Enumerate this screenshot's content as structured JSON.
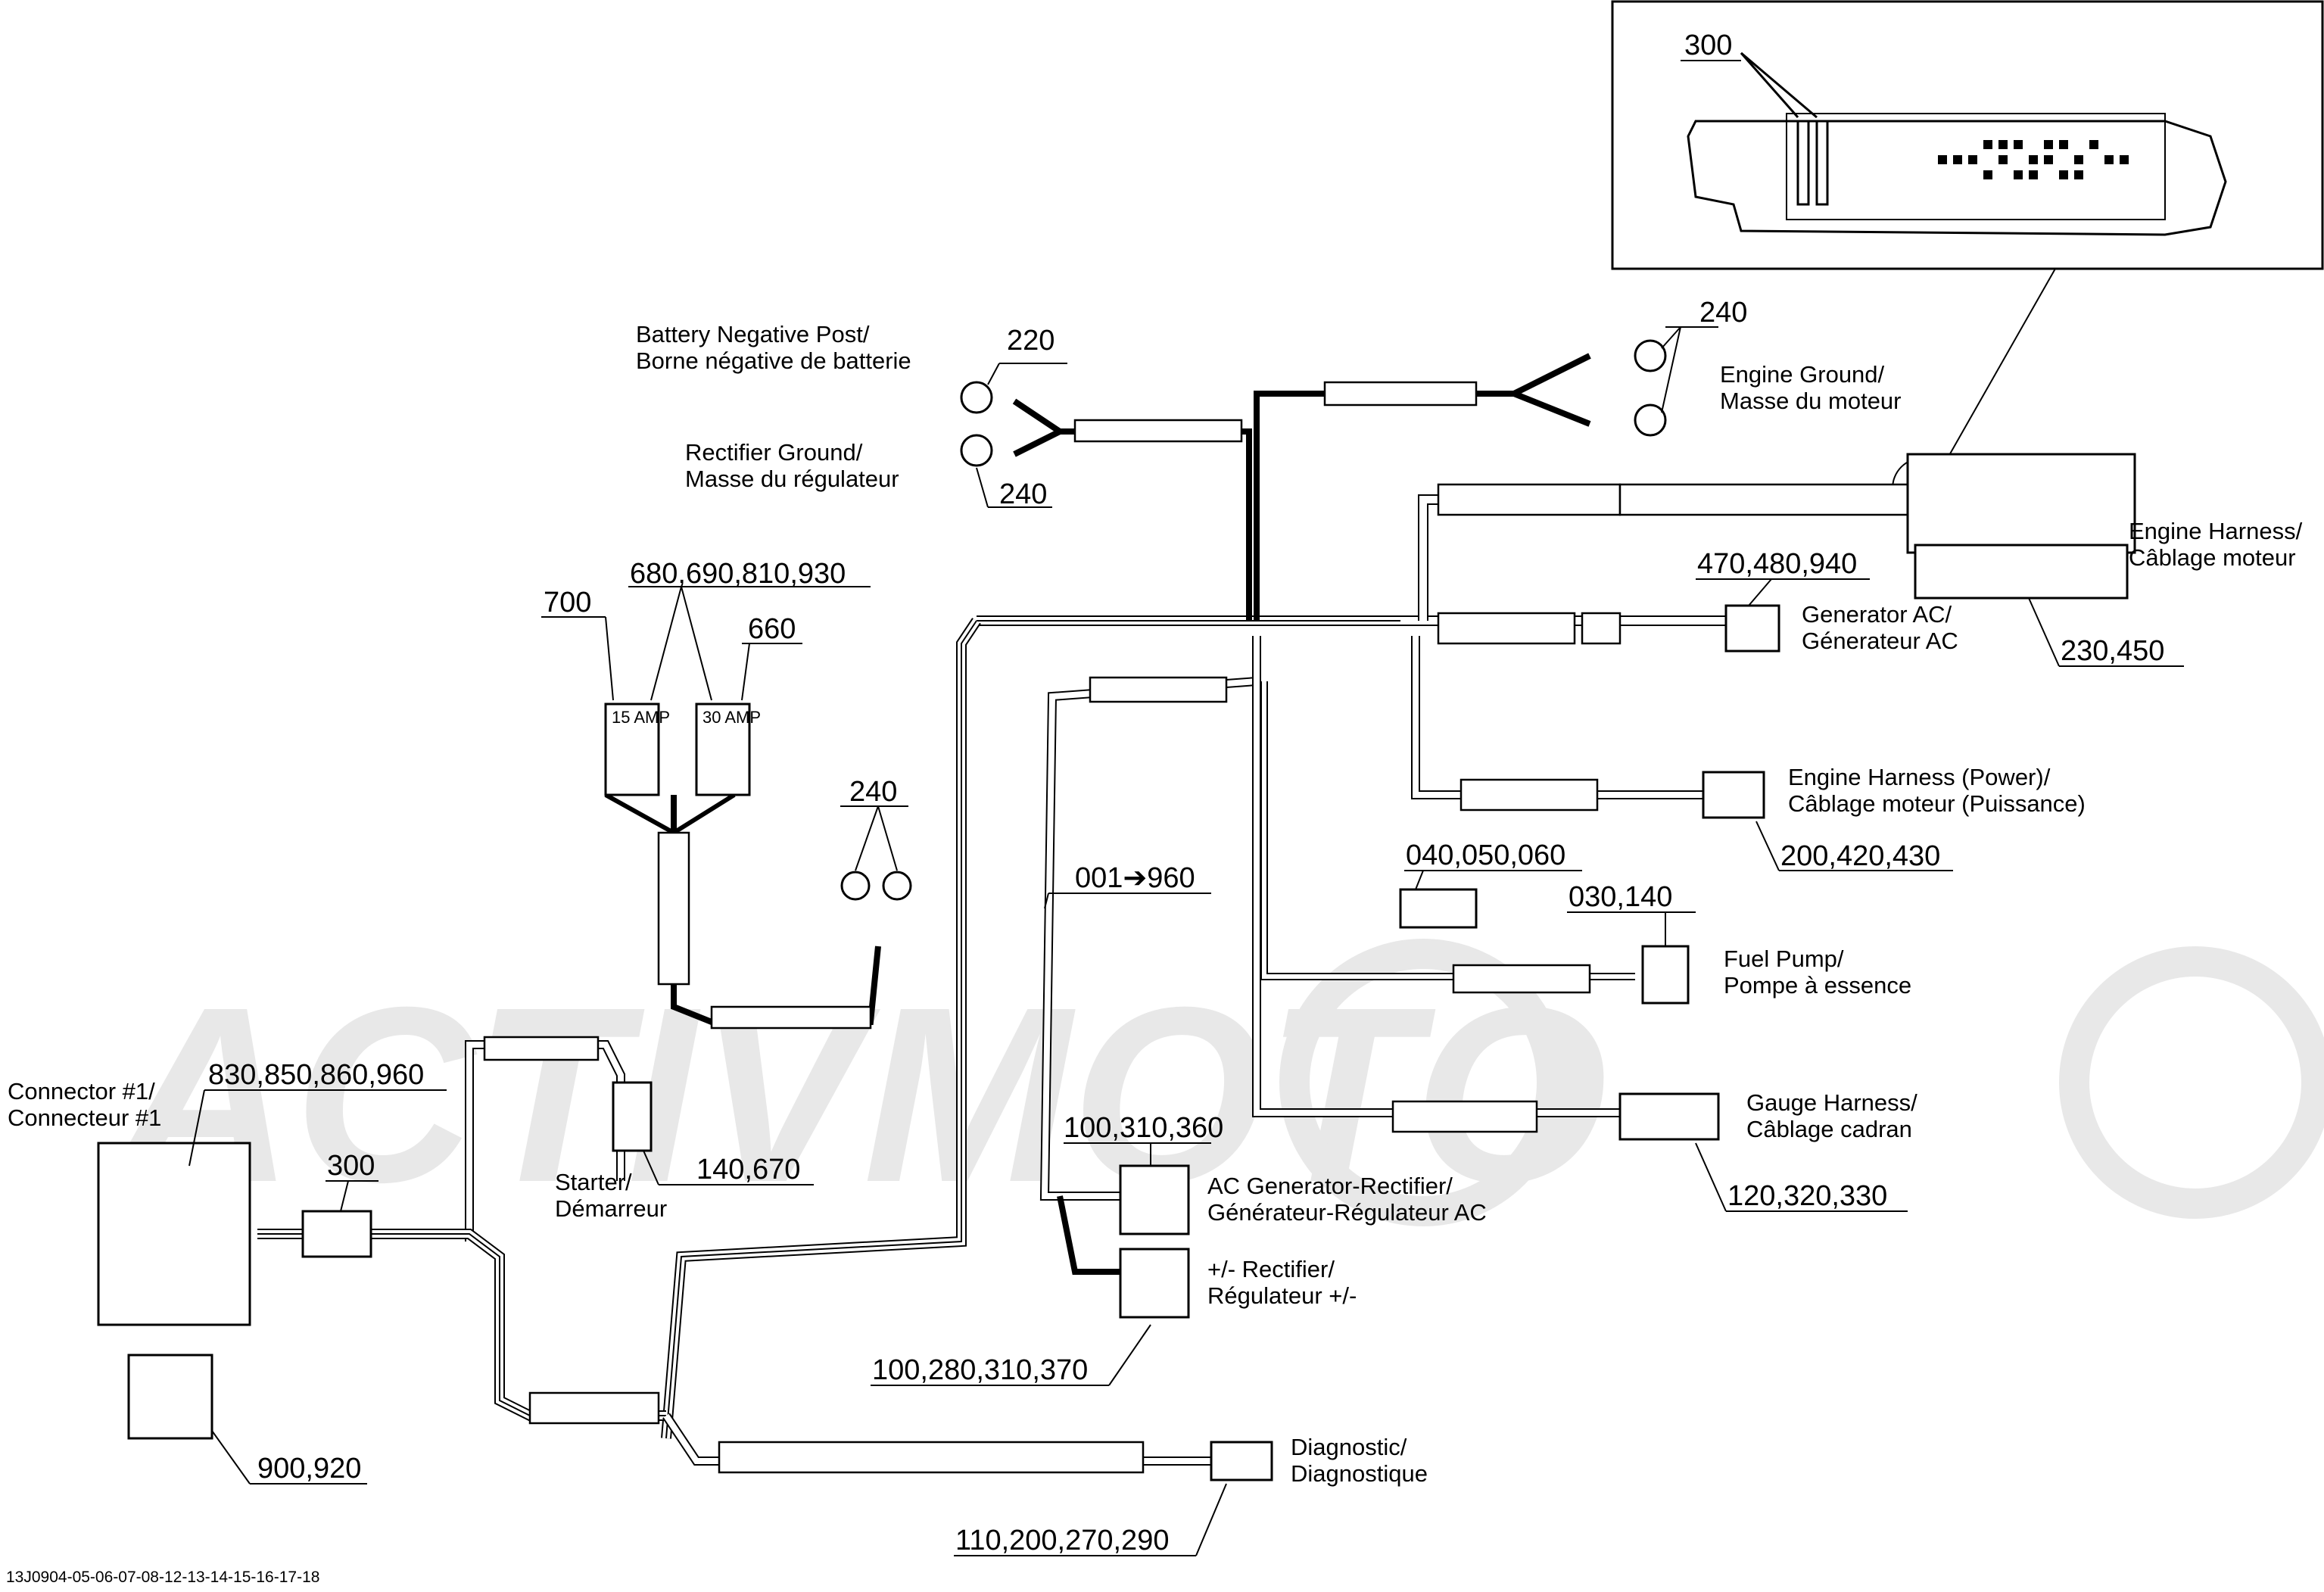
{
  "watermark": "ACTIVMOTO",
  "callouts": {
    "c300_top": "300",
    "c220": "220",
    "c240_eng": "240",
    "c240_rect": "240",
    "c700": "700",
    "c680": "680,690,810,930",
    "c660": "660",
    "c240_mid": "240",
    "c470": "470,480,940",
    "c230": "230,450",
    "c200": "200,420,430",
    "c040": "040,050,060",
    "c030": "030,140",
    "c001": "001➔960",
    "c830": "830,850,860,960",
    "c300": "300",
    "c140": "140,670",
    "c100a": "100,310,360",
    "c120": "120,320,330",
    "c100b": "100,280,310,370",
    "c900": "900,920",
    "c110": "110,200,270,290"
  },
  "labels": {
    "battery_neg": [
      "Battery Negative Post/",
      "Borne négative de batterie"
    ],
    "rectifier_ground": [
      "Rectifier Ground/",
      "Masse du régulateur"
    ],
    "engine_ground": [
      "Engine Ground/",
      "Masse du moteur"
    ],
    "engine_harness": [
      "Engine Harness/",
      "Câblage moteur"
    ],
    "generator_ac": [
      "Generator AC/",
      "Génerateur AC"
    ],
    "engine_harness_power": [
      "Engine Harness (Power)/",
      "Câblage moteur (Puissance)"
    ],
    "fuel_pump": [
      "Fuel Pump/",
      "Pompe à essence"
    ],
    "gauge_harness": [
      "Gauge Harness/",
      "Câblage cadran"
    ],
    "ac_gen_rect": [
      "AC Generator-Rectifier/",
      "Générateur-Régulateur AC"
    ],
    "rectifier_pm": [
      "+/- Rectifier/",
      "Régulateur +/-"
    ],
    "diagnostic": [
      "Diagnostic/",
      "Diagnostique"
    ],
    "starter": [
      "Starter/",
      "Démarreur"
    ],
    "connector1": [
      "Connector #1/",
      "Connecteur #1"
    ]
  },
  "fuses": {
    "left": "15 AMP",
    "right": "30 AMP"
  },
  "footer_code": "13J0904-05-06-07-08-12-13-14-15-16-17-18"
}
